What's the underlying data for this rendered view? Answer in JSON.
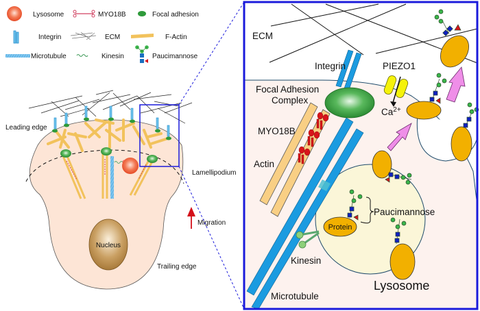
{
  "legend": {
    "lysosome": "Lysosome",
    "myo18b": "MYO18B",
    "focal_adhesion": "Focal adhesion",
    "integrin": "Integrin",
    "ecm": "ECM",
    "f_actin": "F-Actin",
    "microtubule": "Microtubule",
    "kinesin": "Kinesin",
    "paucimannose": "Paucimannose"
  },
  "cell_panel": {
    "leading_edge": "Leading edge",
    "lamellipodium": "Lamellipodium",
    "migration": "Migration",
    "nucleus": "Nucleus",
    "trailing_edge": "Trailing edge"
  },
  "zoom_panel": {
    "ecm": "ECM",
    "integrin": "Integrin",
    "piezo1": "PIEZO1",
    "focal_adhesion_line1": "Focal Adhesion",
    "focal_adhesion_line2": "Complex",
    "calcium": "Ca",
    "calcium_charge": "2+",
    "myo18b": "MYO18B",
    "actin": "Actin",
    "paucimannose": "Paucimannose",
    "protein": "Protein",
    "kinesin": "Kinesin",
    "lysosome": "Lysosome",
    "microtubule": "Microtubule"
  },
  "colors": {
    "zoom_frame": "#1a1adb",
    "cytoplasm": "#fde5d6",
    "actin": "#f2c25c",
    "microtubule": "#1b9be0",
    "focal_adhesion": "#2e9a3a",
    "lysosome_fill": "#fbf6d8",
    "protein": "#f2b000",
    "mannose": "#3ab54a",
    "glcnac": "#1020c0",
    "fucose": "#d8141a",
    "arrow_pink": "#ef8ee8",
    "piezo": "#f5f20a",
    "migration_arrow": "#d4101a"
  }
}
